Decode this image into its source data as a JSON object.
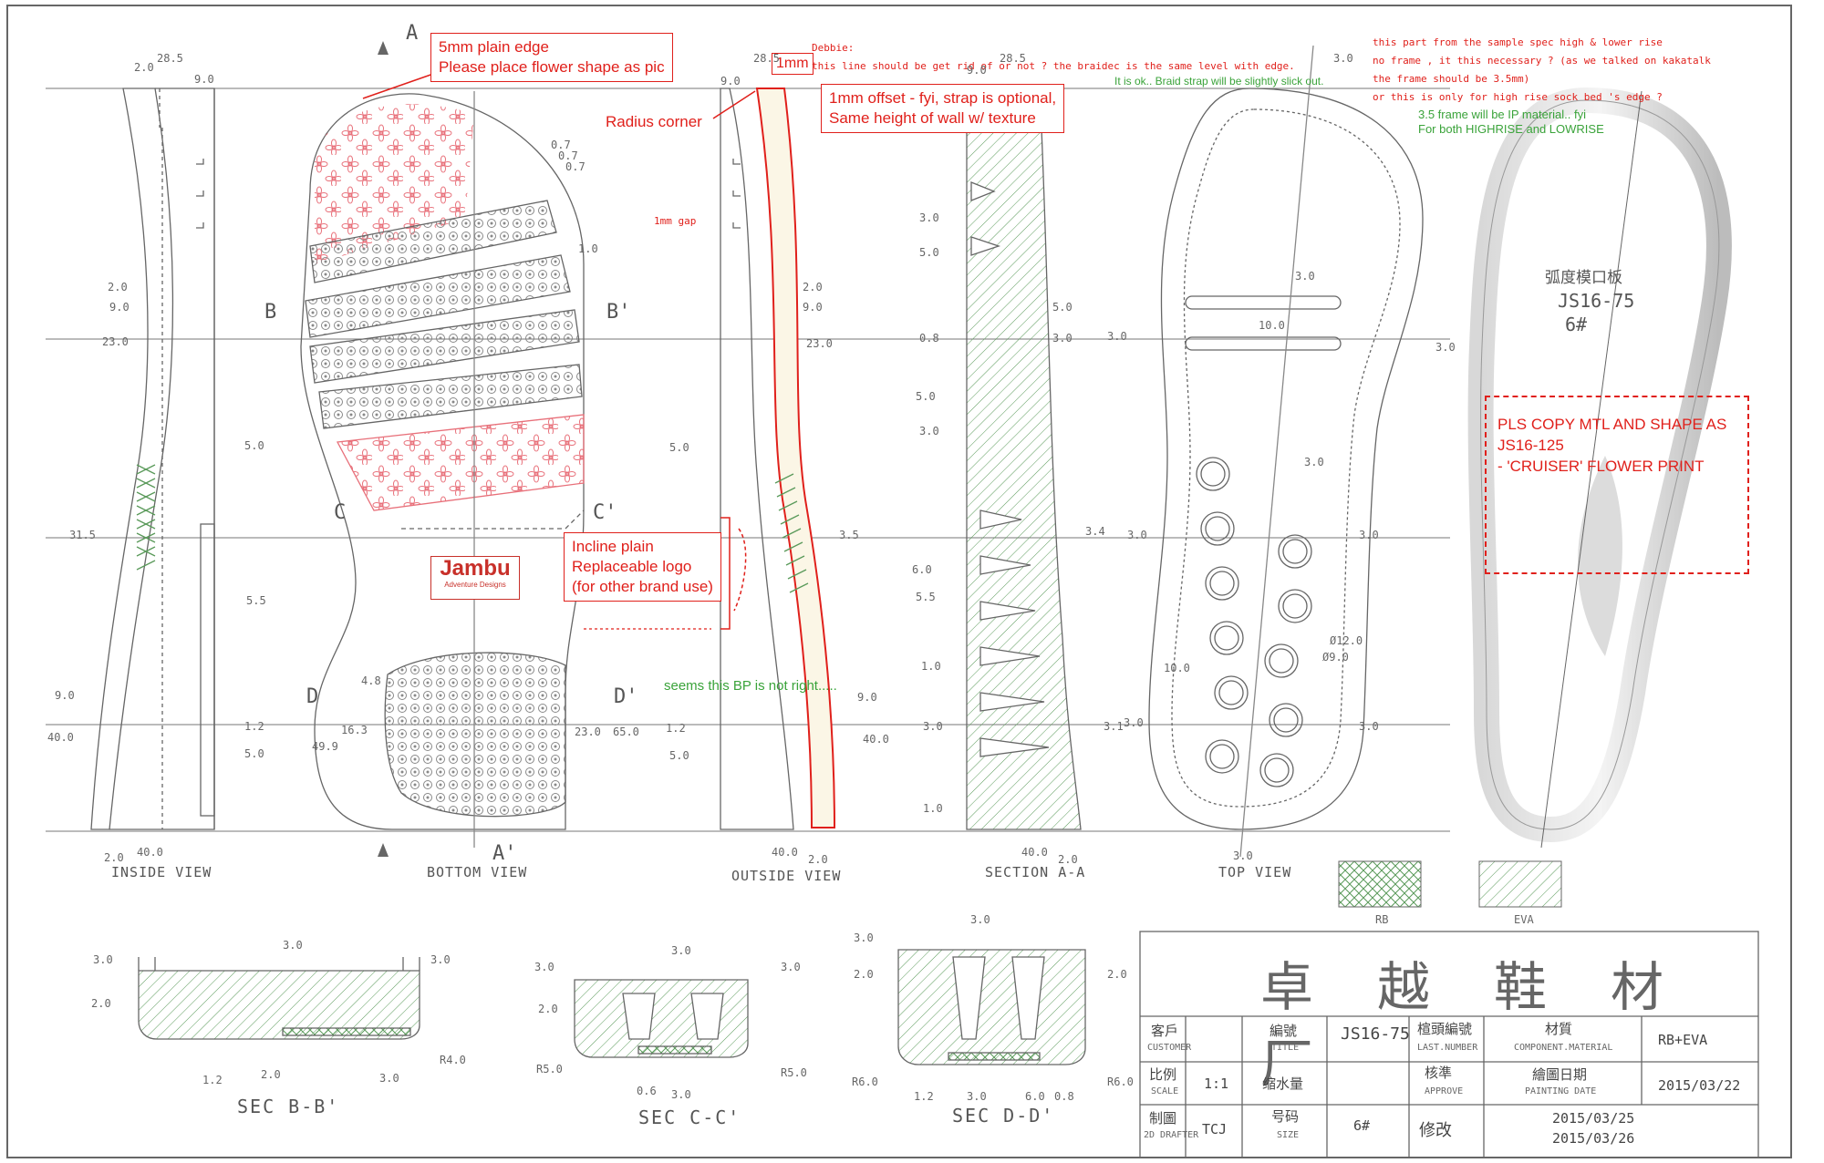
{
  "annotations": {
    "plain_edge": [
      "5mm plain edge",
      "Please place flower shape as pic"
    ],
    "one_mm": "1mm",
    "offset_note": [
      "1mm offset - fyi, strap is optional,",
      "Same height of wall w/ texture"
    ],
    "radius_corner": "Radius corner",
    "gap": "1mm gap",
    "incline_note": [
      "Incline plain",
      "Replaceable logo",
      "(for other brand use)"
    ],
    "bp_note": "seems this BP is not right.....",
    "debbie": [
      "Debbie:",
      "this line should be get rid of or not ? the braidec is the same level with edge."
    ],
    "braid_ok": "It is ok.. Braid strap will be slightly slick out.",
    "sample_spec": [
      "this part from the sample spec high & lower rise",
      "no frame , it this necessary ? (as we talked on kakatalk",
      "the frame should be 3.5mm)",
      "or this is only for high rise sock bed 's edge ?"
    ],
    "frame_note": [
      "3.5 frame will be IP material.. fyi",
      "For both HIGHRISE and LOWRISE"
    ],
    "copy_note": [
      "PLS COPY MTL AND SHAPE AS",
      "JS16-125",
      "- 'CRUISER' FLOWER PRINT"
    ]
  },
  "logo": {
    "brand": "Jambu",
    "tagline": "Adventure Designs"
  },
  "view_labels": {
    "inside": "INSIDE VIEW",
    "bottom": "BOTTOM VIEW",
    "outside": "OUTSIDE VIEW",
    "section_aa": "SECTION A-A",
    "top": "TOP VIEW",
    "sec_bb": "SEC B-B'",
    "sec_cc": "SEC C-C'",
    "sec_dd": "SEC D-D'"
  },
  "section_marks": [
    "A",
    "B",
    "B'",
    "C",
    "C'",
    "D",
    "D'",
    "A'"
  ],
  "template": {
    "cn": "弧度模口板",
    "model": "JS16-75",
    "size": "6#"
  },
  "legend": {
    "rb": "RB",
    "eva": "EVA"
  },
  "title_block": {
    "factory": "卓越鞋材厂",
    "customer_cn": "客戶",
    "customer_en": "CUSTOMER",
    "title_cn": "編號",
    "title_en": "TITLE",
    "title_value": "JS16-75",
    "last_cn": "楦頭編號",
    "last_en": "LAST.NUMBER",
    "material_cn": "材質",
    "material_en": "COMPONENT.MATERIAL",
    "material_value": "RB+EVA",
    "scale_cn": "比例",
    "scale_en": "SCALE",
    "scale_value": "1:1",
    "shrink_cn": "缩水量",
    "approve_cn": "核準",
    "approve_en": "APPROVE",
    "date_cn": "繪圖日期",
    "date_en": "PAINTING DATE",
    "date_value": "2015/03/22",
    "drafter_cn": "制圖",
    "drafter_en": "2D DRAFTER",
    "drafter_value": "TCJ",
    "size_cn": "号码",
    "size_en": "SIZE",
    "size_value": "6#",
    "revise_cn": "修改",
    "revise_dates": [
      "2015/03/25",
      "2015/03/26"
    ]
  },
  "dimensions": {
    "inside": [
      "28.5",
      "2.0",
      "9.0",
      "2.0",
      "9.0",
      "23.0",
      "5.0",
      "31.5",
      "5.5",
      "9.0",
      "40.0",
      "1.2",
      "5.0",
      "2.0",
      "40.0"
    ],
    "bottom": [
      "0.7",
      "0.7",
      "0.7",
      "1.0",
      "4.8",
      "16.3",
      "49.9",
      "23.0",
      "65.0"
    ],
    "outside": [
      "28.5",
      "9.0",
      "2.0",
      "9.0",
      "23.0",
      "3.5",
      "5.0",
      "1.2",
      "5.0",
      "9.0",
      "40.0",
      "40.0",
      "2.0"
    ],
    "section_aa": [
      "28.5",
      "9.0",
      "3.0",
      "5.0",
      "5.0",
      "0.8",
      "3.0",
      "5.0",
      "3.0",
      "3.4",
      "6.0",
      "5.5",
      "1.0",
      "3.0",
      "3.1",
      "1.0",
      "40.0",
      "2.0"
    ],
    "top": [
      "3.0",
      "3.0",
      "10.0",
      "3.0",
      "3.0",
      "3.0",
      "3.0",
      "3.0",
      "Ø12.0",
      "Ø9.0",
      "10.0",
      "3.0",
      "3.0",
      "3.0"
    ],
    "sec_bb": [
      "3.0",
      "3.0",
      "3.0",
      "2.0",
      "1.2",
      "2.0",
      "3.0",
      "R4.0"
    ],
    "sec_cc": [
      "3.0",
      "3.0",
      "3.0",
      "2.0",
      "R5.0",
      "0.6",
      "3.0",
      "R5.0"
    ],
    "sec_dd": [
      "3.0",
      "3.0",
      "2.0",
      "2.0",
      "R6.0",
      "1.2",
      "3.0",
      "6.0",
      "0.8",
      "R6.0"
    ]
  }
}
